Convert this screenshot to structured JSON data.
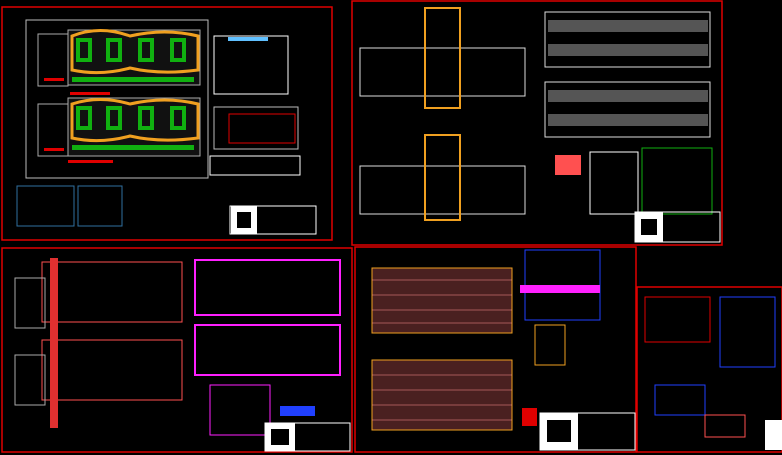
{
  "canvas": {
    "background": "#000000"
  },
  "colors": {
    "sheet_border": "#e00000",
    "frame": "#c8c8c8",
    "landscape_green": "#10b010",
    "path_orange": "#f0a020",
    "wall_white": "#ffffff",
    "magenta": "#ff20ff",
    "blue": "#2040ff",
    "pink_hatch": "#ff9090"
  },
  "sheets": [
    {
      "id": "sheet-landscape-plans"
    },
    {
      "id": "sheet-floor-plans-elevations"
    },
    {
      "id": "sheet-structural-plans"
    },
    {
      "id": "sheet-roof-framing"
    },
    {
      "id": "sheet-details"
    }
  ]
}
